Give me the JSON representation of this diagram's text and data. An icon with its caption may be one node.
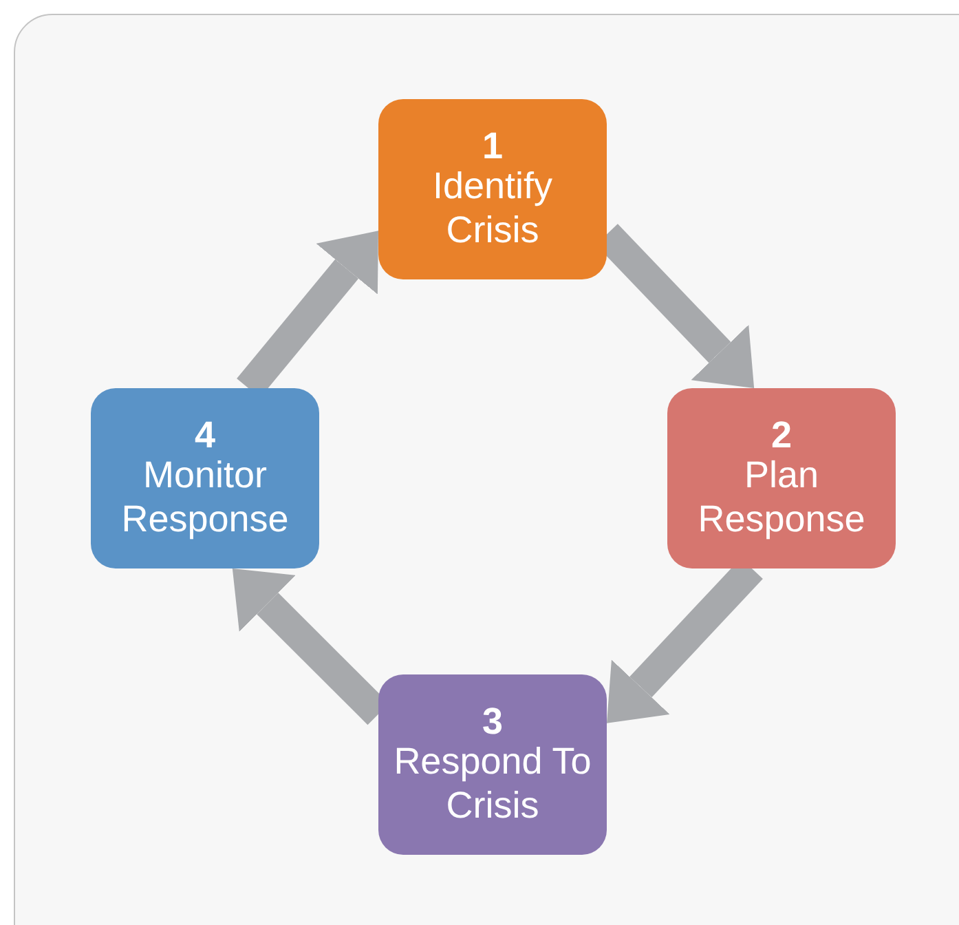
{
  "diagram": {
    "nodes": [
      {
        "text": [
          "1",
          "Identify Crisis"
        ]
      },
      {
        "text": [
          "2",
          "Plan Response"
        ]
      },
      {
        "text": [
          "3",
          "Respond To Crisis"
        ]
      },
      {
        "text": [
          "4",
          "Monitor Response"
        ]
      }
    ],
    "edges": [
      {
        "from": 0,
        "to": 1,
        "arrow": "to"
      },
      {
        "from": 1,
        "to": 2,
        "arrow": "to"
      },
      {
        "from": 2,
        "to": 3,
        "arrow": "to"
      },
      {
        "from": 3,
        "to": 0,
        "arrow": "to"
      }
    ]
  }
}
